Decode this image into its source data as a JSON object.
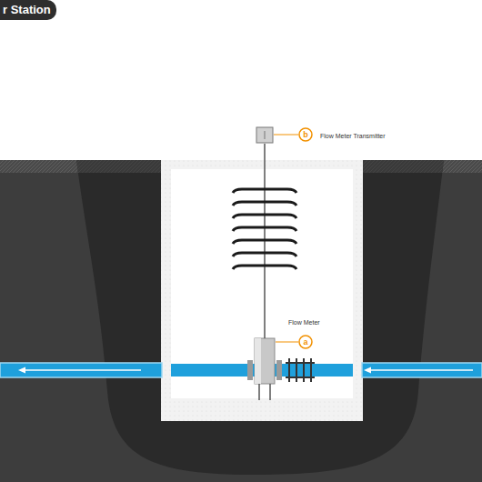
{
  "diagram": {
    "title": "r Station",
    "labels": [
      "b",
      "Flow Meter Transmitter",
      "Flow Meter",
      "a"
    ]
  }
}
